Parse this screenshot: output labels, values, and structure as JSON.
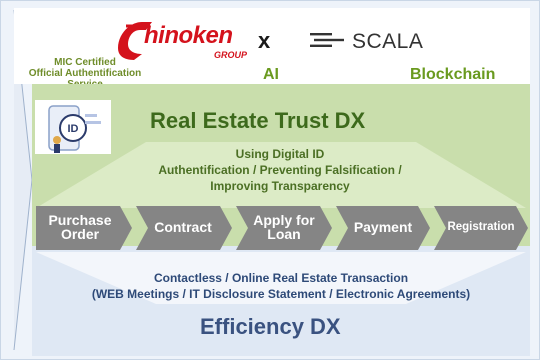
{
  "brand": {
    "name": "hinoken",
    "group": "GROUP",
    "separator": "x",
    "partner": "SCALA",
    "certification": "MIC Certified\nOfficial Authentification Service"
  },
  "tags": {
    "ai": "AI",
    "blockchain": "Blockchain"
  },
  "real_estate": {
    "title": "Real Estate Trust DX",
    "digital_id_lines": [
      "Using Digital ID",
      "Authentification / Preventing Falsification /",
      "Improving Transparency"
    ],
    "id_badge": "ID"
  },
  "steps": [
    {
      "label": "Purchase Order"
    },
    {
      "label": "Contract"
    },
    {
      "label": "Apply for Loan"
    },
    {
      "label": "Payment"
    },
    {
      "label": "Registration"
    }
  ],
  "efficiency": {
    "lines": [
      "Contactless / Online Real Estate Transaction",
      "(WEB Meetings / IT Disclosure Statement / Electronic Agreements)"
    ],
    "title": "Efficiency DX"
  },
  "colors": {
    "brand_red": "#d4121c",
    "green_bg": "#c9deac",
    "blue_bg": "#dfe8f4",
    "step_gray": "#858585"
  }
}
